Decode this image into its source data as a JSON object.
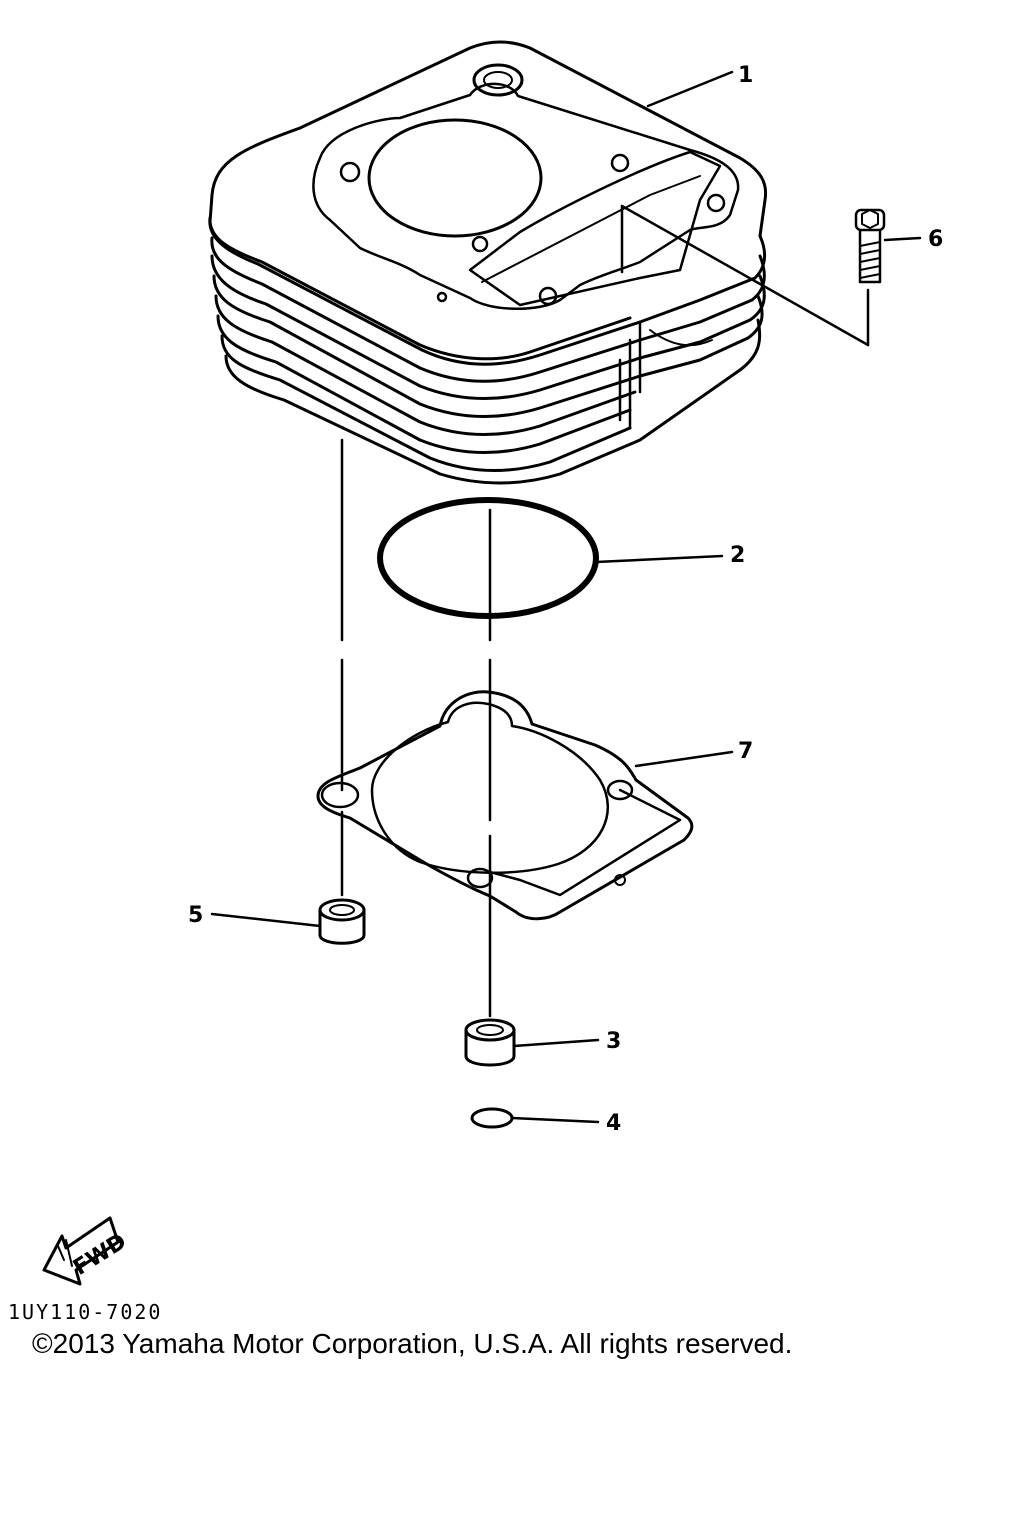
{
  "parts": [
    {
      "number": "1",
      "part": "cylinder"
    },
    {
      "number": "2",
      "part": "o-ring"
    },
    {
      "number": "3",
      "part": "dowel-pin"
    },
    {
      "number": "4",
      "part": "o-ring"
    },
    {
      "number": "5",
      "part": "dowel-pin"
    },
    {
      "number": "6",
      "part": "bolt"
    },
    {
      "number": "7",
      "part": "cylinder-gasket"
    }
  ],
  "forward_arrow": {
    "label": "FWD"
  },
  "drawing_code": "1UY110-7020",
  "copyright": "©2013 Yamaha Motor Corporation, U.S.A. All rights reserved."
}
